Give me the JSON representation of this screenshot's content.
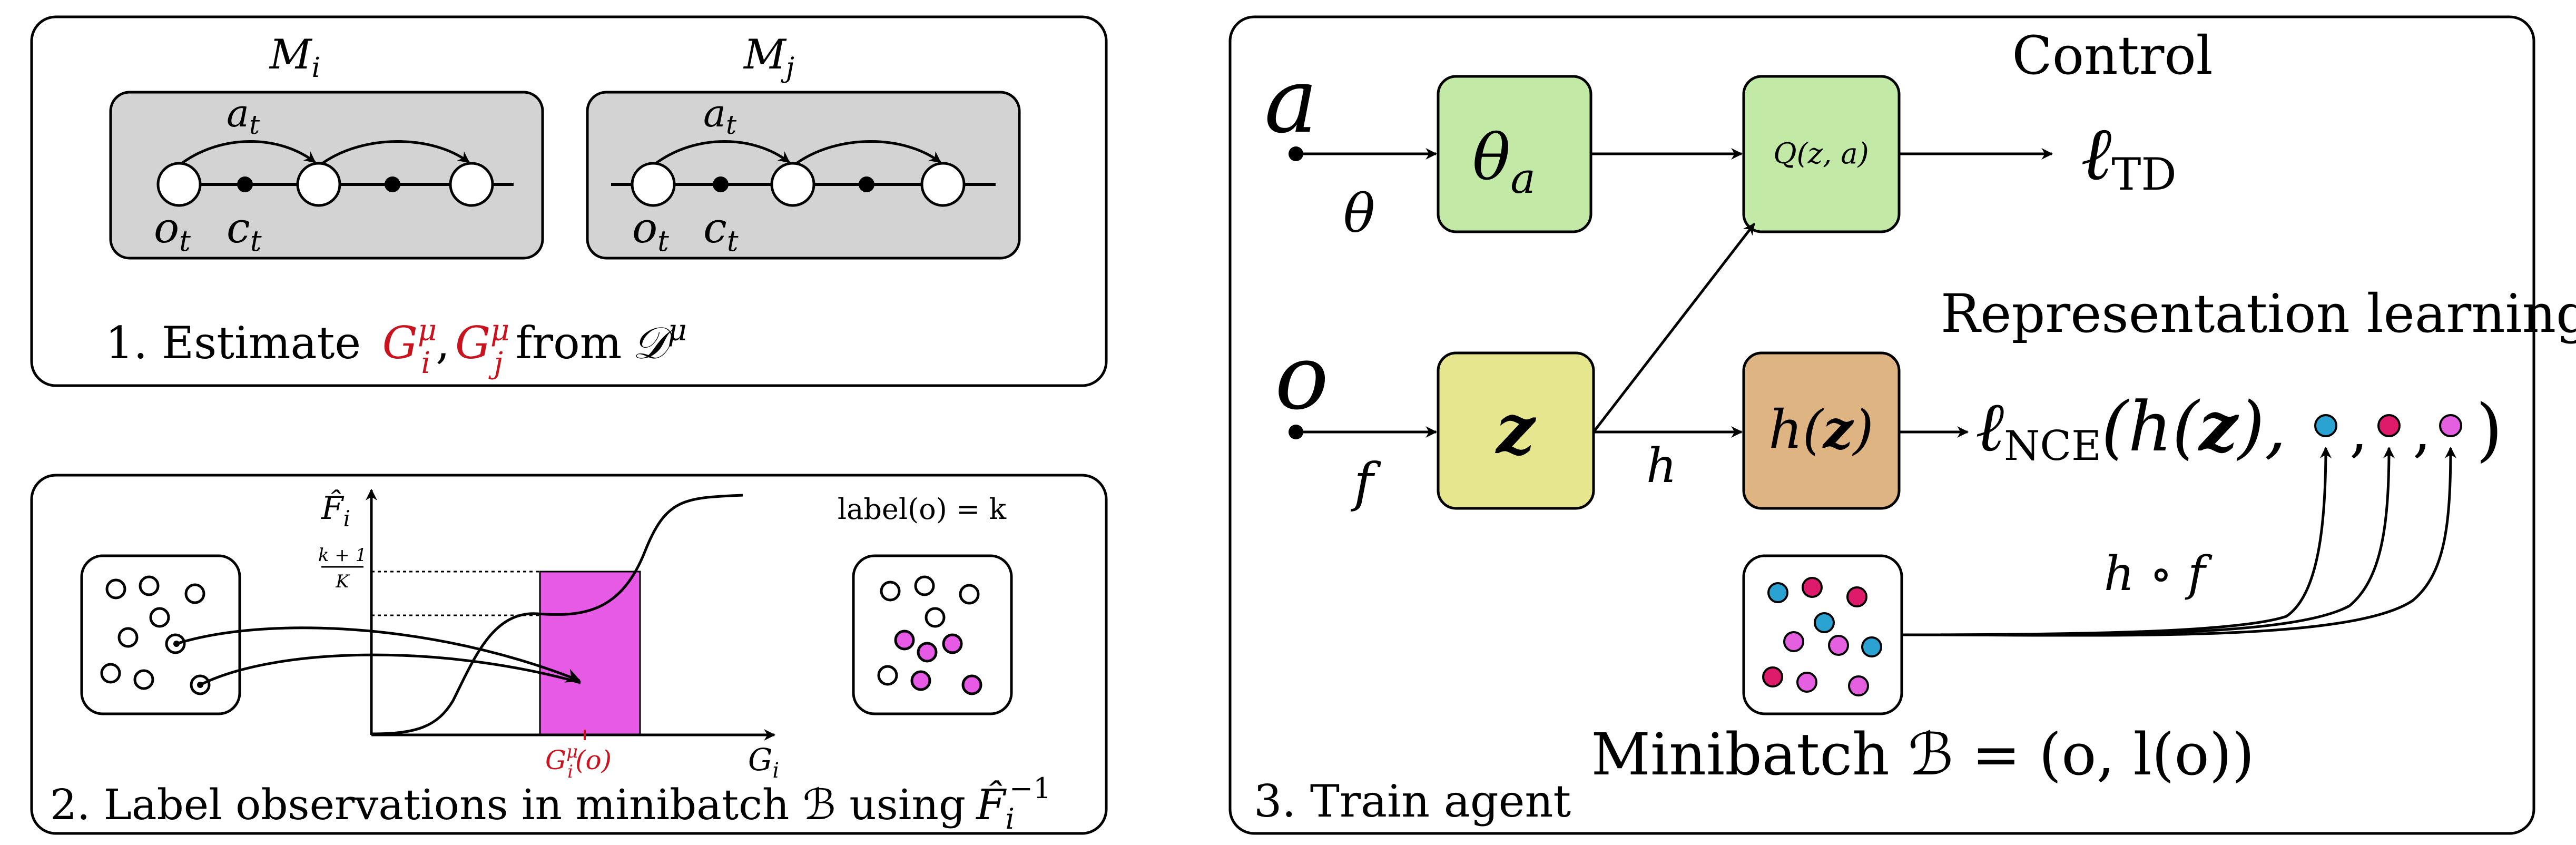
{
  "panel1": {
    "mdp_left_label": "M",
    "mdp_left_sub": "i",
    "mdp_right_label": "M",
    "mdp_right_sub": "j",
    "action_label": "a",
    "action_sub": "t",
    "obs_label": "o",
    "obs_sub": "t",
    "ctx_label": "c",
    "ctx_sub": "t",
    "caption_prefix": "1.  Estimate",
    "caption_g": "G",
    "caption_sup": "μ",
    "caption_sub_i": "i",
    "caption_comma": ",",
    "caption_sub_j": "j",
    "caption_from": "from",
    "caption_dataset": "𝒟",
    "caption_dataset_sup": "μ"
  },
  "panel2": {
    "yaxis_label": "F̂",
    "yaxis_sub": "i",
    "frac_num": "k + 1",
    "frac_den": "K",
    "xaxis_label": "G",
    "xaxis_sub": "i",
    "quantile_label": "G",
    "quantile_sup": "μ",
    "quantile_sub": "i",
    "quantile_arg": "(o)",
    "label_eq": "label(o) = k",
    "caption": "2.  Label observations in minibatch ℬ using",
    "caption_f": "F̂",
    "caption_sub": "i",
    "caption_sup": "−1"
  },
  "panel3": {
    "input_a": "a",
    "input_o": "o",
    "theta": "θ",
    "f": "f",
    "h": "h",
    "box_theta": "θ",
    "box_theta_sub": "a",
    "box_z": "z",
    "box_q": "Q(z, a)",
    "box_h": "h(z)",
    "loss_td": "ℓ",
    "loss_td_sub": "TD",
    "control": "Control",
    "rep_learning": "Representation learning",
    "loss_nce": "ℓ",
    "loss_nce_sub": "NCE",
    "loss_nce_arg_open": "(h(z),",
    "loss_nce_comma1": ",",
    "loss_nce_comma2": ",",
    "loss_nce_close": ")",
    "hof": "h ∘ f",
    "minibatch": "Minibatch ℬ = (o, l(o))",
    "caption": "3.  Train agent"
  },
  "colors": {
    "gray_box": "#d3d3d3",
    "highlight_red": "#c8141e",
    "magenta_fill": "#e65ae6",
    "green_box": "#c2e9a6",
    "yellow_box": "#e6e68f",
    "tan_box": "#ddb482",
    "dot_blue": "#2aa3d3",
    "dot_red": "#de1a6b",
    "dot_pink": "#e560e0"
  }
}
